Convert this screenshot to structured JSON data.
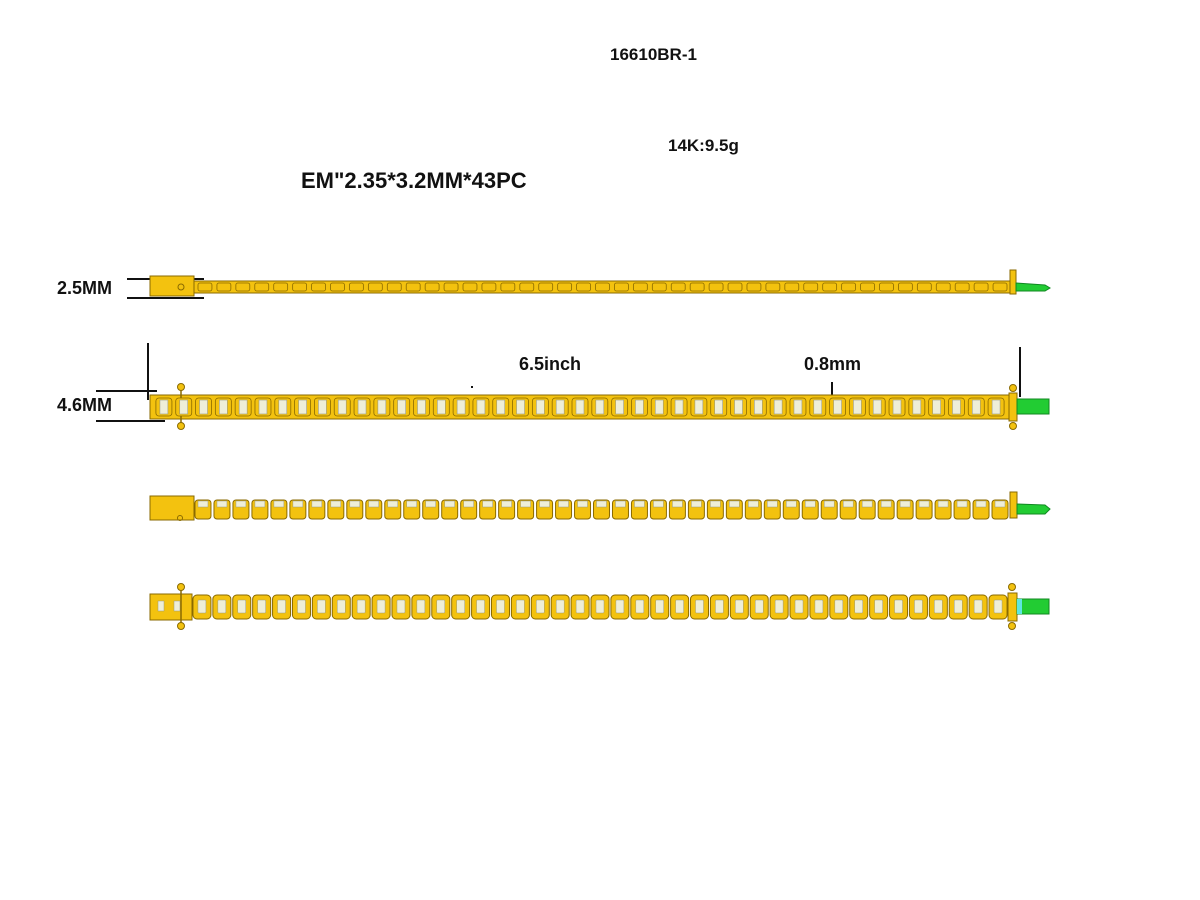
{
  "header": {
    "model_code": "16610BR-1",
    "metal_weight": "14K:9.5g",
    "stone_spec": "EM\"2.35*3.2MM*43PC"
  },
  "dimensions": {
    "height_label": "2.5MM",
    "width_label": "4.6MM",
    "length_label": "6.5inch",
    "gap_label": "0.8mm"
  },
  "bracelet": {
    "views": [
      "side-profile",
      "top",
      "angled",
      "bottom"
    ],
    "stone_count": 43
  },
  "colors": {
    "metal": "#f3c20f",
    "metal_dark": "#8a6a00",
    "stone": "#eeeed8",
    "clasp_tongue": "#22cc33",
    "clasp_tongue_highlight": "#5ee6e0",
    "dimension_line": "#111111"
  }
}
